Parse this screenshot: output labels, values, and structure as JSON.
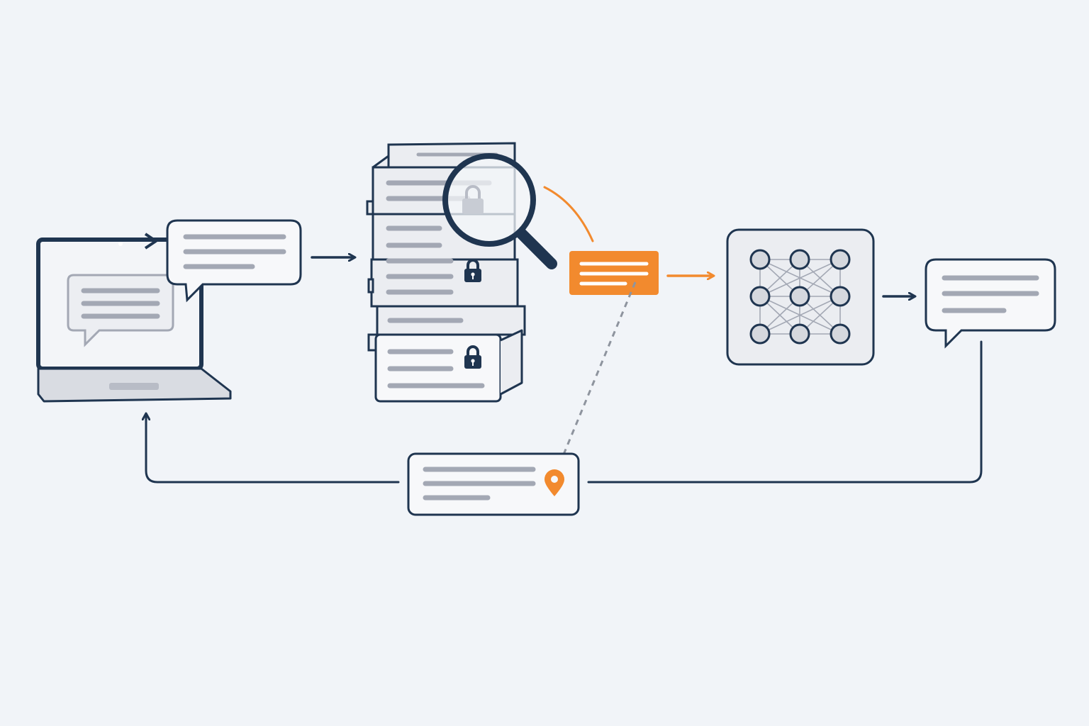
{
  "diagram": {
    "description_free": true,
    "nodes": [
      {
        "id": "user-laptop",
        "icon": "laptop-icon"
      },
      {
        "id": "user-query",
        "icon": "speech-bubble-icon"
      },
      {
        "id": "document-store",
        "icon": "document-stack-icon"
      },
      {
        "id": "retrieved-snippet",
        "icon": "snippet-icon"
      },
      {
        "id": "model",
        "icon": "neural-network-icon"
      },
      {
        "id": "answer",
        "icon": "speech-bubble-icon"
      },
      {
        "id": "cited-response",
        "icon": "location-pin-icon"
      }
    ],
    "flow": [
      {
        "from": "user-query",
        "to": "document-store"
      },
      {
        "from": "document-store",
        "to": "retrieved-snippet"
      },
      {
        "from": "retrieved-snippet",
        "to": "model"
      },
      {
        "from": "model",
        "to": "answer"
      },
      {
        "from": "answer",
        "to": "cited-response"
      },
      {
        "from": "cited-response",
        "to": "user-laptop"
      }
    ]
  },
  "colors": {
    "background": "#f1f4f8",
    "outline": "#1f3550",
    "line_gray": "#a3a8b4",
    "fill_light": "#ebedf1",
    "fill_white": "#f7f8fa",
    "accent": "#f28a2e",
    "dash": "#8e949e"
  }
}
